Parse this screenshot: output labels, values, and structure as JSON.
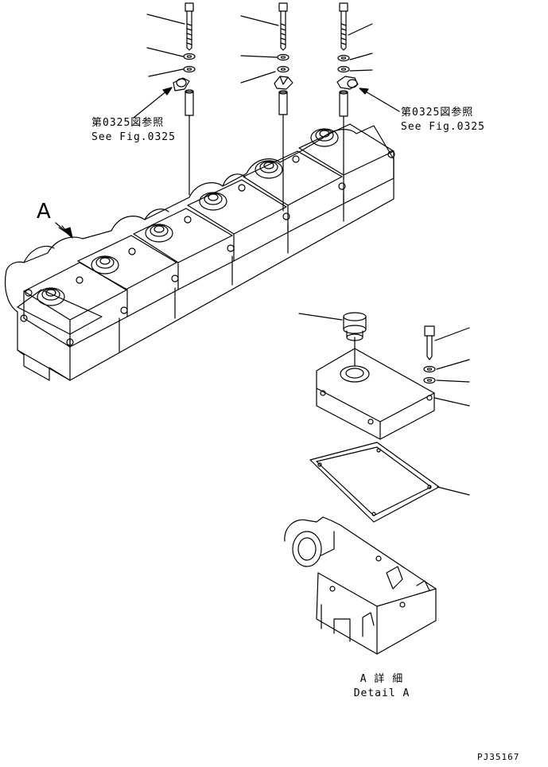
{
  "drawing": {
    "callouts": {
      "left_ja": "第0325図参照",
      "left_en": "See Fig.0325",
      "right_ja": "第0325図参照",
      "right_en": "See Fig.0325"
    },
    "view_marker": "A",
    "detail_ja": "A 詳 細",
    "detail_en": "Detail A",
    "drawing_number": "PJ35167"
  }
}
